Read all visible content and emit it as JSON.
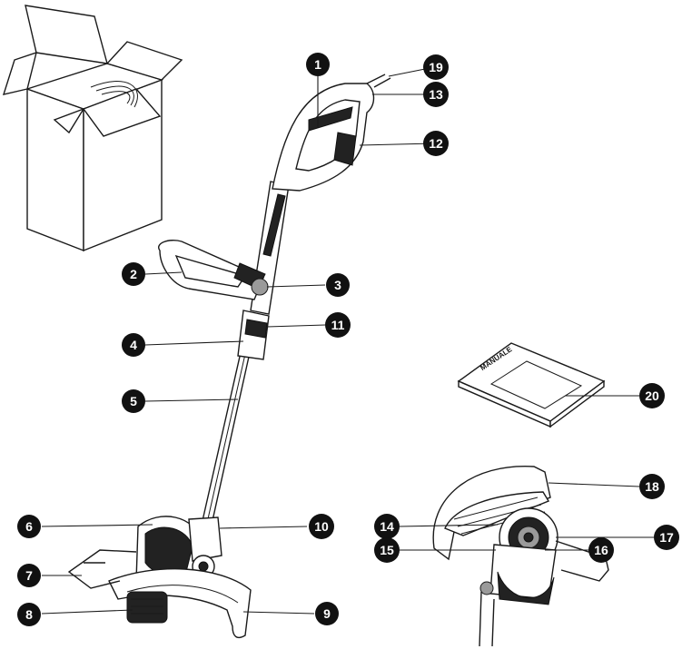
{
  "manual": {
    "cover_label": "MANUALE"
  },
  "callouts": [
    {
      "id": "1",
      "label": "1"
    },
    {
      "id": "2",
      "label": "2"
    },
    {
      "id": "3",
      "label": "3"
    },
    {
      "id": "4",
      "label": "4"
    },
    {
      "id": "5",
      "label": "5"
    },
    {
      "id": "6",
      "label": "6"
    },
    {
      "id": "7",
      "label": "7"
    },
    {
      "id": "8",
      "label": "8"
    },
    {
      "id": "9",
      "label": "9"
    },
    {
      "id": "10",
      "label": "10"
    },
    {
      "id": "11",
      "label": "11"
    },
    {
      "id": "12",
      "label": "12"
    },
    {
      "id": "13",
      "label": "13"
    },
    {
      "id": "14",
      "label": "14"
    },
    {
      "id": "15",
      "label": "15"
    },
    {
      "id": "16",
      "label": "16"
    },
    {
      "id": "17",
      "label": "17"
    },
    {
      "id": "18",
      "label": "18"
    },
    {
      "id": "19",
      "label": "19"
    },
    {
      "id": "20",
      "label": "20"
    }
  ]
}
